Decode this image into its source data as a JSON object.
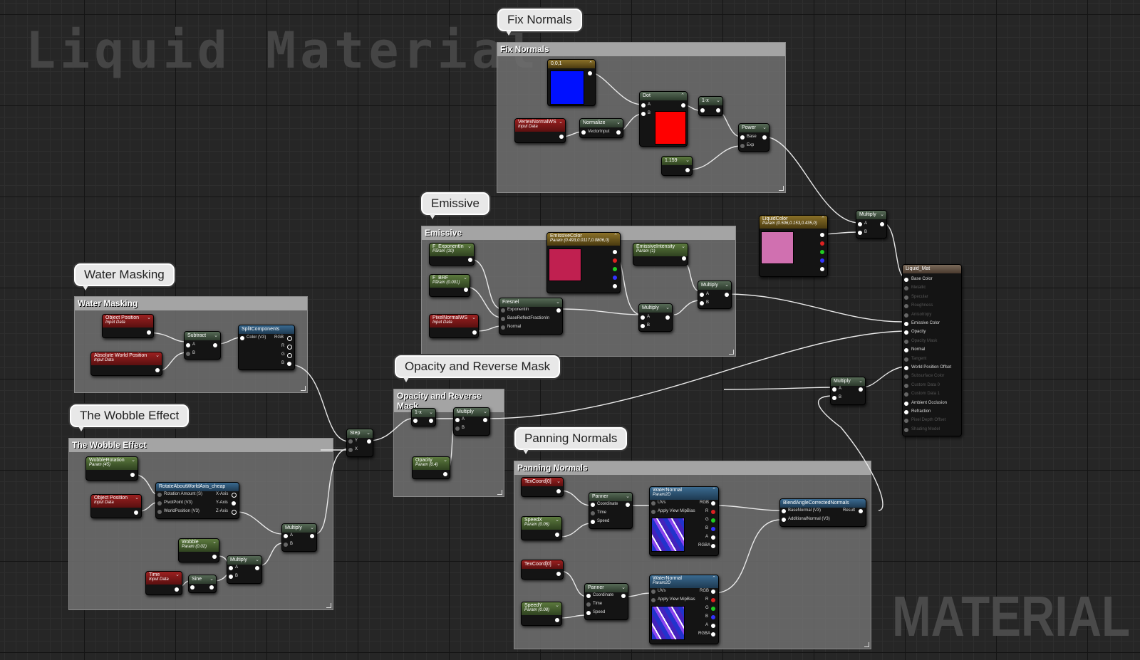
{
  "header": {
    "title": "Liquid Material",
    "watermark": "MATERIAL"
  },
  "comments": {
    "fix_normals": {
      "bubble": "Fix Normals",
      "header": "Fix Normals"
    },
    "emissive": {
      "bubble": "Emissive",
      "header": "Emissive"
    },
    "water_masking": {
      "bubble": "Water Masking",
      "header": "Water Masking"
    },
    "wobble": {
      "bubble": "The Wobble Effect",
      "header": "The Wobble Effect"
    },
    "opacity": {
      "bubble": "Opacity and Reverse Mask",
      "header": "Opacity and Reverse Mask"
    },
    "panning": {
      "bubble": "Panning Normals",
      "header": "Panning Normals"
    }
  },
  "nodes": {
    "const_001": {
      "title": "0,0,1",
      "color": "#0010ff"
    },
    "vertex_normal": {
      "title": "VertexNormalWS",
      "sub": "Input Data"
    },
    "normalize": {
      "title": "Normalize",
      "pin": "VectorInput"
    },
    "dot": {
      "title": "Dot",
      "pin_a": "A",
      "pin_b": "B",
      "color": "#ff0000"
    },
    "one_minus_fix": {
      "title": "1-x"
    },
    "power": {
      "title": "Power",
      "pin_base": "Base",
      "pin_exp": "Exp"
    },
    "const_1_159": {
      "title": "1.159"
    },
    "liquid_color": {
      "title": "LiquidColor",
      "sub": "Param (0.506,0.153,0.435,0)",
      "color": "#d070b0"
    },
    "multiply_top": {
      "title": "Multiply",
      "pin_a": "A",
      "pin_b": "B"
    },
    "f_exponentin": {
      "title": "F_ExponentIn",
      "sub": "Param (10)"
    },
    "f_brf": {
      "title": "F_BRF",
      "sub": "Param (0.001)"
    },
    "pixel_normal": {
      "title": "PixelNormalWS",
      "sub": "Input Data"
    },
    "fresnel": {
      "title": "Fresnel",
      "pin_1": "ExponentIn",
      "pin_2": "BaseReflectFractionIn",
      "pin_3": "Normal"
    },
    "emissive_color": {
      "title": "EmissiveColor",
      "sub": "Param (0.493,0.0117,0.0806,0)",
      "color": "#c02050"
    },
    "emissive_intensity": {
      "title": "EmissiveIntensity",
      "sub": "Param (1)"
    },
    "multiply_em1": {
      "title": "Multiply",
      "pin_a": "A",
      "pin_b": "B"
    },
    "multiply_em2": {
      "title": "Multiply",
      "pin_a": "A",
      "pin_b": "B"
    },
    "obj_pos_mask": {
      "title": "Object Position",
      "sub": "Input Data"
    },
    "abs_world_pos": {
      "title": "Absolute World Position",
      "sub": "Input Data"
    },
    "subtract": {
      "title": "Subtract",
      "pin_a": "A",
      "pin_b": "B"
    },
    "split": {
      "title": "SplitComponents",
      "pin_in": "Color (V3)",
      "rgb": "RGB",
      "r": "R",
      "g": "G",
      "b": "B"
    },
    "step": {
      "title": "Step",
      "pin_y": "Y",
      "pin_x": "X"
    },
    "one_minus_op": {
      "title": "1-x"
    },
    "multiply_op": {
      "title": "Multiply",
      "pin_a": "A",
      "pin_b": "B"
    },
    "opacity": {
      "title": "Opacity",
      "sub": "Param (0.4)"
    },
    "wobble_rotation": {
      "title": "WobbleRotation",
      "sub": "Param (45)"
    },
    "obj_pos_wobble": {
      "title": "Object Position",
      "sub": "Input Data"
    },
    "rotate": {
      "title": "RotateAboutWorldAxis_cheap",
      "pin_1": "Rotation Amount (S)",
      "pin_2": "PivotPoint (V3)",
      "pin_3": "WorldPosition (V3)",
      "out_1": "X-Axis",
      "out_2": "Y-Axis",
      "out_3": "Z-Axis"
    },
    "wobble": {
      "title": "Wobble",
      "sub": "Param (0.02)"
    },
    "time": {
      "title": "Time",
      "sub": "Input Data"
    },
    "sine": {
      "title": "Sine"
    },
    "multiply_wb1": {
      "title": "Multiply",
      "pin_a": "A",
      "pin_b": "B"
    },
    "multiply_wb2": {
      "title": "Multiply",
      "pin_a": "A",
      "pin_b": "B"
    },
    "multiply_mid": {
      "title": "Multiply",
      "pin_a": "A",
      "pin_b": "B"
    },
    "texcoord_1": {
      "title": "TexCoord[0]"
    },
    "texcoord_2": {
      "title": "TexCoord[0]"
    },
    "speed_x": {
      "title": "SpeedX",
      "sub": "Param (0.06)"
    },
    "speed_y": {
      "title": "SpeedY",
      "sub": "Param (0.08)"
    },
    "panner_1": {
      "title": "Panner",
      "pin_1": "Coordinate",
      "pin_2": "Time",
      "pin_3": "Speed"
    },
    "panner_2": {
      "title": "Panner",
      "pin_1": "Coordinate",
      "pin_2": "Time",
      "pin_3": "Speed"
    },
    "water_normal_1": {
      "title": "WaterNormal",
      "sub": "Param2D",
      "pin_1": "UVs",
      "pin_2": "Apply View MipBias",
      "rgb": "RGB",
      "r": "R",
      "g": "G",
      "b": "B",
      "a": "A",
      "rgba": "RGBA"
    },
    "water_normal_2": {
      "title": "WaterNormal",
      "sub": "Param2D",
      "pin_1": "UVs",
      "pin_2": "Apply View MipBias",
      "rgb": "RGB",
      "r": "R",
      "g": "G",
      "b": "B",
      "a": "A",
      "rgba": "RGBA"
    },
    "blend_normals": {
      "title": "BlendAngleCorrectedNormals",
      "pin_1": "BaseNormal (V3)",
      "pin_2": "AdditionalNormal (V3)",
      "out": "Result"
    }
  },
  "result_node": {
    "title": "Liquid_Mat",
    "pins": [
      {
        "label": "Base Color",
        "active": true
      },
      {
        "label": "Metallic",
        "active": false
      },
      {
        "label": "Specular",
        "active": false
      },
      {
        "label": "Roughness",
        "active": false
      },
      {
        "label": "Anisotropy",
        "active": false
      },
      {
        "label": "Emissive Color",
        "active": true
      },
      {
        "label": "Opacity",
        "active": true
      },
      {
        "label": "Opacity Mask",
        "active": false
      },
      {
        "label": "Normal",
        "active": true
      },
      {
        "label": "Tangent",
        "active": false
      },
      {
        "label": "World Position Offset",
        "active": true
      },
      {
        "label": "Subsurface Color",
        "active": false
      },
      {
        "label": "Custom Data 0",
        "active": false
      },
      {
        "label": "Custom Data 1",
        "active": false
      },
      {
        "label": "Ambient Occlusion",
        "active": true
      },
      {
        "label": "Refraction",
        "active": true
      },
      {
        "label": "Pixel Depth Offset",
        "active": false
      },
      {
        "label": "Shading Model",
        "active": false
      }
    ]
  }
}
